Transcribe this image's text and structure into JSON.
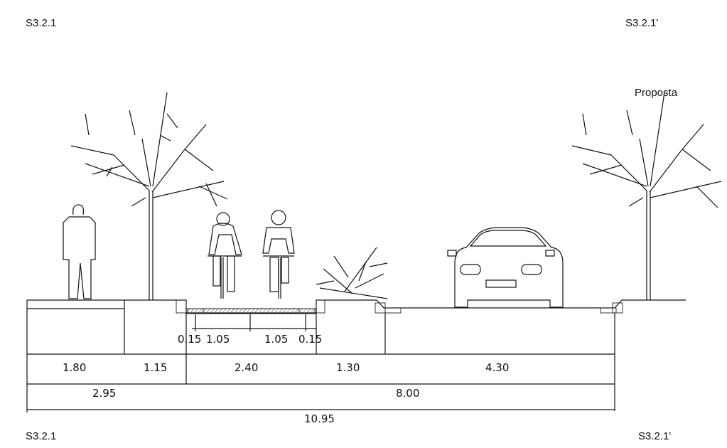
{
  "section_labels": {
    "top_left": "S3.2.1",
    "top_right": "S3.2.1'",
    "bottom_left": "S3.2.1",
    "bottom_right": "S3.2.1'"
  },
  "annotation": "Proposta",
  "dimensions": {
    "row1": [
      "0.15",
      "1.05",
      "1.05",
      "0.15"
    ],
    "row2": [
      "1.80",
      "1.15",
      "2.40",
      "1.30",
      "4.30"
    ],
    "row3": [
      "2.95",
      "8.00"
    ],
    "row4": [
      "10.95"
    ]
  }
}
